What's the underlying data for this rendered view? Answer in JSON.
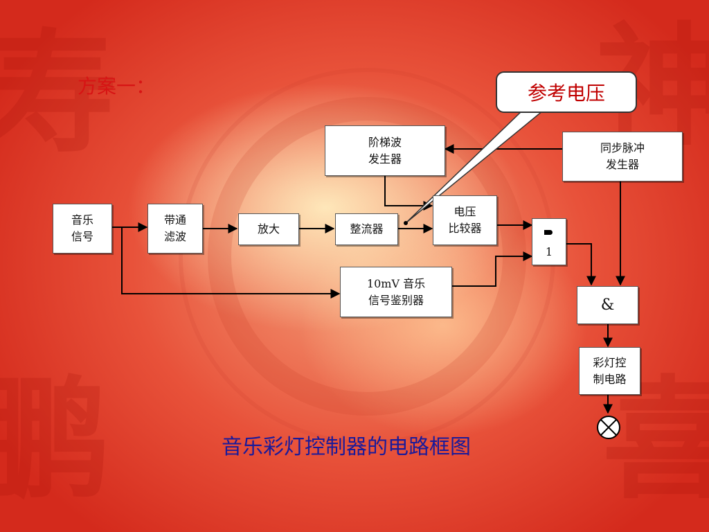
{
  "slide": {
    "scheme_title": "方案一：",
    "caption": "音乐彩灯控制器的电路框图",
    "callout": "参考电压"
  },
  "blocks": {
    "music_signal": "音乐\n信号",
    "bandpass_filter": "带通\n滤波",
    "amplifier": "放大",
    "rectifier": "整流器",
    "staircase_generator": "阶梯波\n发生器",
    "voltage_comparator": "电压\n比较器",
    "sync_pulse_generator": "同步脉冲\n发生器",
    "or_gate": "1",
    "music_discriminator": "10mV 音乐\n信号鉴别器",
    "and_gate": "&",
    "lamp_control": "彩灯控\n制电路"
  },
  "colors": {
    "title_red": "#d71414",
    "caption_blue": "#1a1a9a",
    "callout_red": "#c00000"
  }
}
